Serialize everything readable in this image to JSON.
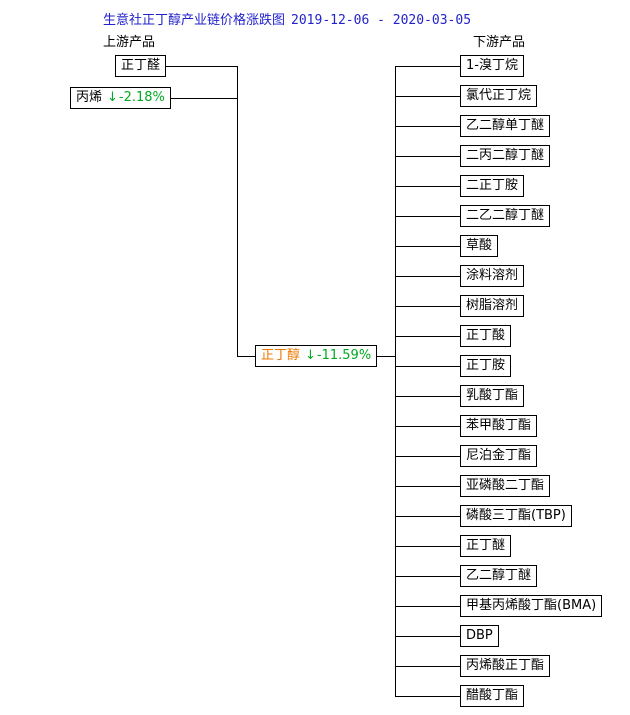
{
  "header": {
    "title": "生意社正丁醇产业链价格涨跌图",
    "date_range": "2019-12-06 - 2020-03-05",
    "upstream_label": "上游产品",
    "downstream_label": "下游产品"
  },
  "center_product": {
    "label": "正丁醇",
    "change": "-11.59%",
    "direction": "down"
  },
  "upstream_products": [
    {
      "label": "正丁醛"
    },
    {
      "label": "丙烯",
      "change": "-2.18%",
      "direction": "down"
    }
  ],
  "downstream_products": [
    "1-溴丁烷",
    "氯代正丁烷",
    "乙二醇单丁醚",
    "二丙二醇丁醚",
    "二正丁胺",
    "二乙二醇丁醚",
    "草酸",
    "涂料溶剂",
    "树脂溶剂",
    "正丁酸",
    "正丁胺",
    "乳酸丁酯",
    "苯甲酸丁酯",
    "尼泊金丁酯",
    "亚磷酸二丁酯",
    "磷酸三丁酯(TBP)",
    "正丁醚",
    "乙二醇丁醚",
    "甲基丙烯酸丁酯(BMA)",
    "DBP",
    "丙烯酸正丁酯",
    "醋酸丁酯"
  ],
  "icons": {
    "down_arrow": "↓"
  },
  "colors": {
    "title_blue": "#2222cc",
    "product_name_orange": "#ee7700",
    "decline_green": "#00aa22",
    "box_border": "#000000",
    "background": "#ffffff"
  }
}
